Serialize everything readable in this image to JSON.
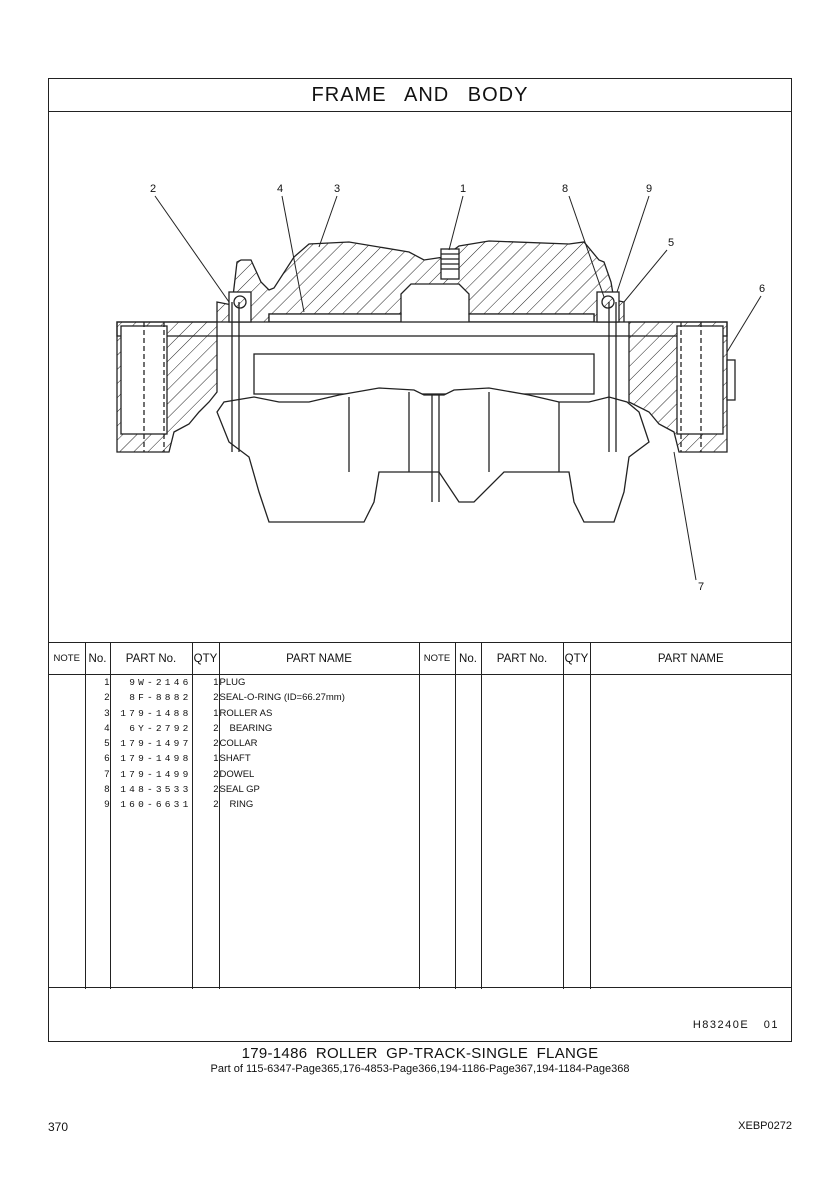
{
  "title": "FRAME AND BODY",
  "callouts": [
    "1",
    "2",
    "3",
    "4",
    "5",
    "6",
    "7",
    "8",
    "9"
  ],
  "table": {
    "headers": [
      "NOTE",
      "No.",
      "PART No.",
      "QTY",
      "PART NAME",
      "NOTE",
      "No.",
      "PART No.",
      "QTY",
      "PART NAME"
    ],
    "rows": [
      {
        "no": "1",
        "part_no": "9W-2146",
        "qty": "1",
        "name": "PLUG",
        "indent": false
      },
      {
        "no": "2",
        "part_no": "8F-8882",
        "qty": "2",
        "name": "SEAL-O-RING (ID=66.27mm)",
        "indent": false
      },
      {
        "no": "3",
        "part_no": "179-1488",
        "qty": "1",
        "name": "ROLLER AS",
        "indent": false
      },
      {
        "no": "4",
        "part_no": "6Y-2792",
        "qty": "2",
        "name": "BEARING",
        "indent": true
      },
      {
        "no": "5",
        "part_no": "179-1497",
        "qty": "2",
        "name": "COLLAR",
        "indent": false
      },
      {
        "no": "6",
        "part_no": "179-1498",
        "qty": "1",
        "name": "SHAFT",
        "indent": false
      },
      {
        "no": "7",
        "part_no": "179-1499",
        "qty": "2",
        "name": "DOWEL",
        "indent": false
      },
      {
        "no": "8",
        "part_no": "148-3533",
        "qty": "2",
        "name": "SEAL GP",
        "indent": false
      },
      {
        "no": "9",
        "part_no": "160-6631",
        "qty": "2",
        "name": "RING",
        "indent": true
      }
    ]
  },
  "illustration_ref": "H83240E  01",
  "caption": {
    "main": "179-1486 ROLLER GP-TRACK-SINGLE FLANGE",
    "sub": "Part of 115-6347-Page365,176-4853-Page366,194-1186-Page367,194-1184-Page368"
  },
  "page_number": "370",
  "doc_code": "XEBP0272"
}
